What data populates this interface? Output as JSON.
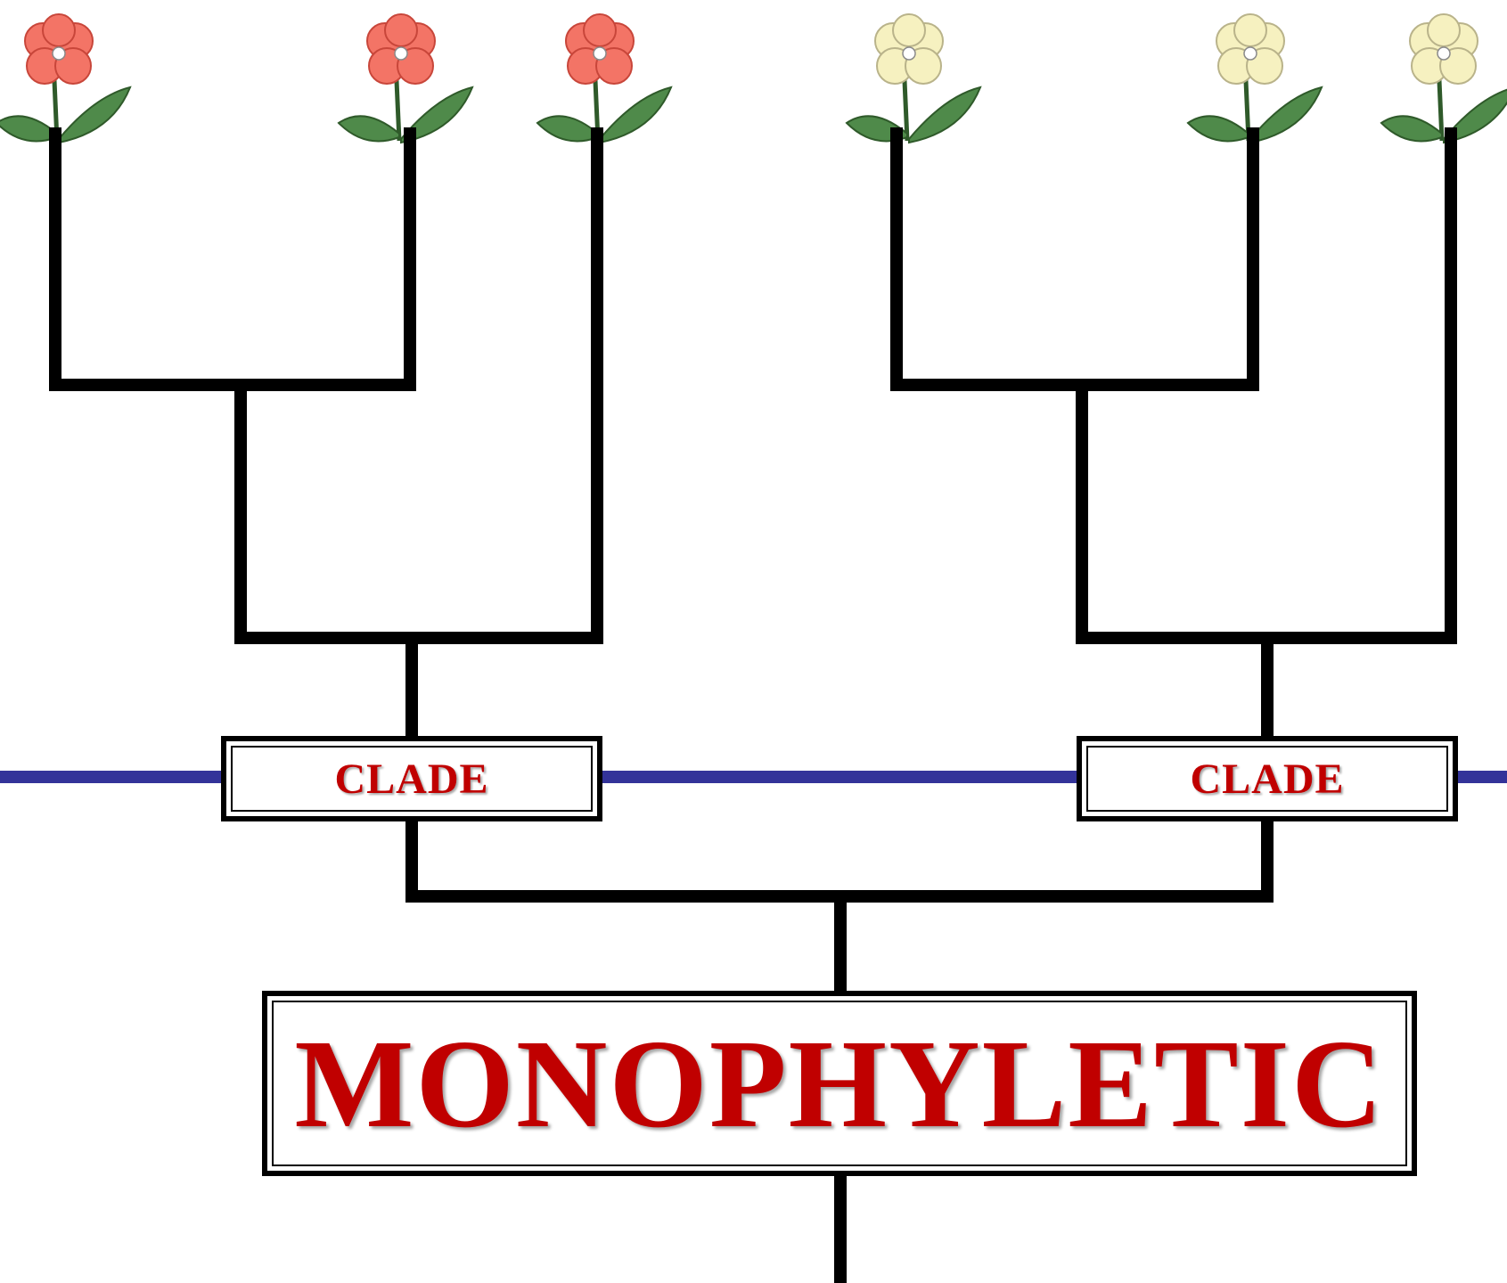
{
  "labels": {
    "clade_left": "CLADE",
    "clade_right": "CLADE",
    "group": "MONOPHYLETIC"
  },
  "colors": {
    "branch": "#000000",
    "time_line": "#333399",
    "label_text": "#c00000",
    "flower_red": "#f37466",
    "flower_cream": "#f6f1c0",
    "leaf": "#4f8a4a"
  },
  "taxa": [
    {
      "id": "taxon-1",
      "flower": "red-flower-icon"
    },
    {
      "id": "taxon-2",
      "flower": "red-flower-icon"
    },
    {
      "id": "taxon-3",
      "flower": "red-flower-icon"
    },
    {
      "id": "taxon-4",
      "flower": "cream-flower-icon"
    },
    {
      "id": "taxon-5",
      "flower": "cream-flower-icon"
    },
    {
      "id": "taxon-6",
      "flower": "cream-flower-icon"
    }
  ]
}
